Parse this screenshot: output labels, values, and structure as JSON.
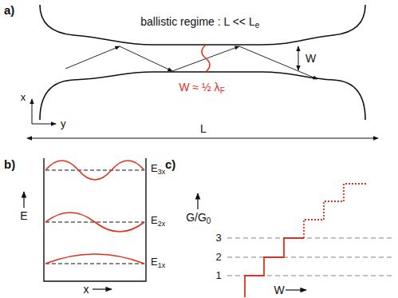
{
  "diagram": {
    "labels": [
      "a)",
      "ballistic regime : L << L",
      "e",
      "W ≈ ½ λ",
      "F",
      "W",
      "x",
      "y",
      "L",
      "b)",
      "E",
      "x",
      "E",
      "3x",
      "E",
      "2x",
      "E",
      "1x",
      "c)",
      "G/G",
      "0",
      "3",
      "2",
      "1",
      "W"
    ]
  }
}
